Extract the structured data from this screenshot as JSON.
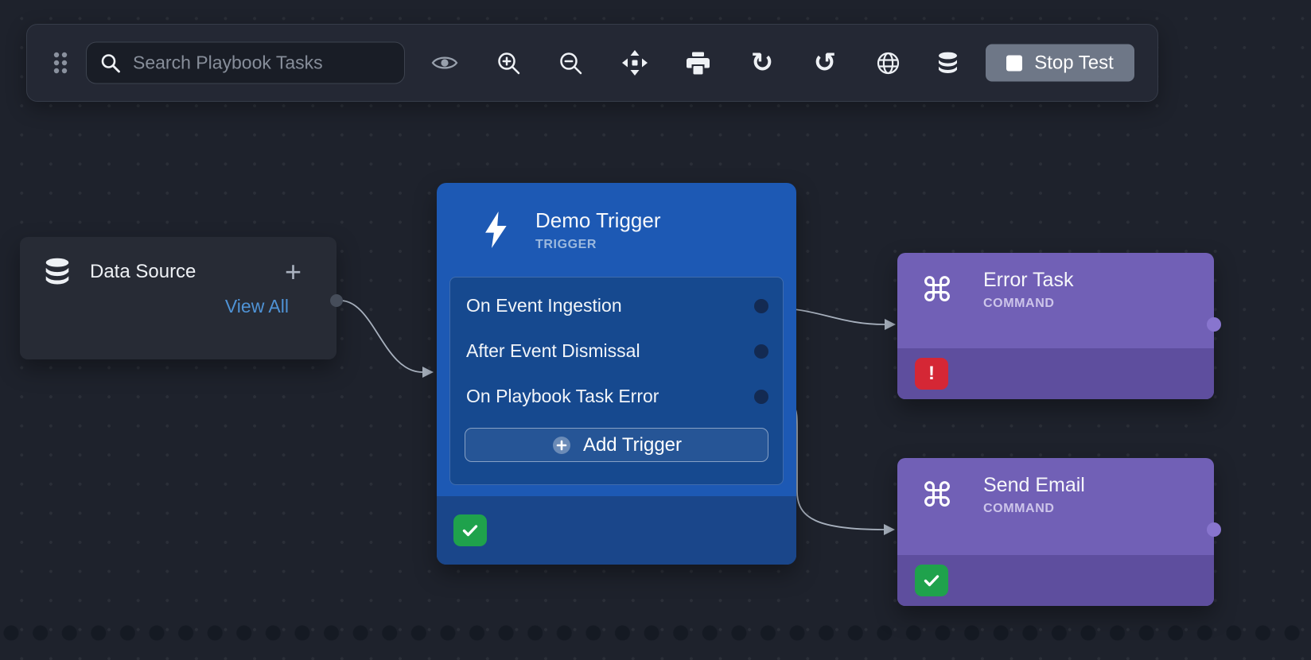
{
  "toolbar": {
    "search": {
      "placeholder": "Search Playbook Tasks"
    },
    "stop_test": {
      "label": "Stop Test"
    }
  },
  "canvas": {
    "data_source": {
      "title": "Data Source",
      "add_label": "+",
      "view_all_label": "View All"
    },
    "demo_trigger": {
      "title": "Demo Trigger",
      "type_label": "TRIGGER",
      "rows": [
        "On Event Ingestion",
        "After Event Dismissal",
        "On Playbook Task Error"
      ],
      "add_trigger_label": "Add Trigger"
    },
    "error_task": {
      "title": "Error Task",
      "type_label": "COMMAND",
      "status": "error"
    },
    "send_email": {
      "title": "Send Email",
      "type_label": "COMMAND",
      "status": "success"
    }
  },
  "icons": {
    "command": "⌘",
    "error_mark": "!",
    "redo": "↻",
    "undo": "↺"
  },
  "colors": {
    "background": "#1e222c",
    "toolbar": "#242834",
    "trigger_node": "#1d59b4",
    "trigger_panel": "#16498f",
    "command_node": "#7160b6",
    "command_footer": "#5e4e9e",
    "success": "#1fa24c",
    "error": "#d52735",
    "link": "#4f93d6",
    "stop_button": "#6e7787",
    "edge": "#a7b0bd"
  }
}
